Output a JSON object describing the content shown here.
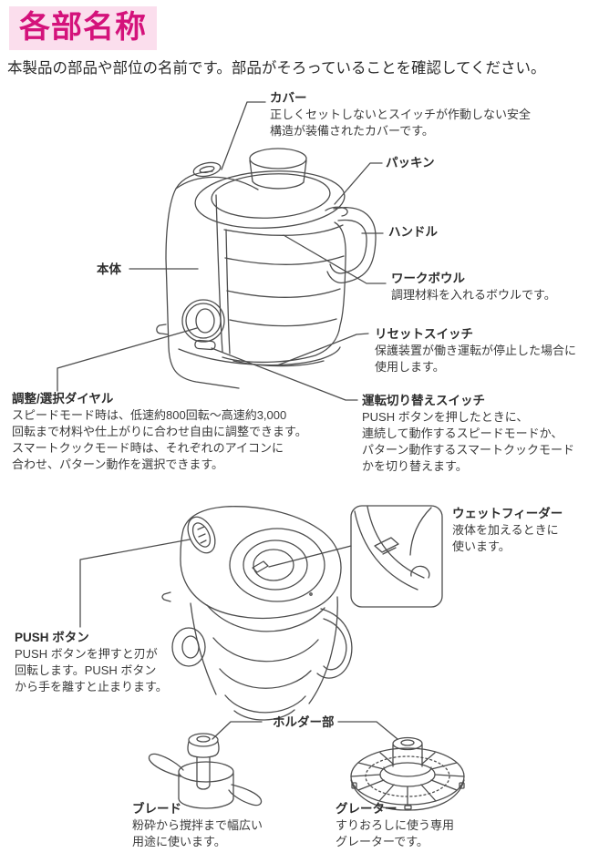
{
  "title": "各部名称",
  "intro": "本製品の部品や部位の名前です。部品がそろっていることを確認してください。",
  "colors": {
    "accent": "#d4127b",
    "accent_bg": "#fbdeed",
    "line_art": "#4d4d4d",
    "text": "#3a3a3a"
  },
  "parts": {
    "cover": {
      "name": "カバー",
      "desc": [
        "正しくセットしないとスイッチが作動しない安全",
        "構造が装備されたカバーです。"
      ]
    },
    "packing": {
      "name": "パッキン",
      "desc": []
    },
    "handle": {
      "name": "ハンドル",
      "desc": []
    },
    "work_bowl": {
      "name": "ワークボウル",
      "desc": [
        "調理材料を入れるボウルです。"
      ]
    },
    "body": {
      "name": "本体",
      "desc": []
    },
    "reset_switch": {
      "name": "リセットスイッチ",
      "desc": [
        "保護装置が働き運転が停止した場合に",
        "使用します。"
      ]
    },
    "mode_switch": {
      "name": "運転切り替えスイッチ",
      "desc": [
        "PUSH ボタンを押したときに、",
        "連続して動作するスピードモードか、",
        "パターン動作するスマートクックモード",
        "かを切り替えます。"
      ]
    },
    "dial": {
      "name": "調整/選択ダイヤル",
      "desc": [
        "スピードモード時は、低速約800回転～高速約3,000",
        "回転まで材料や仕上がりに合わせ自由に調整できます。",
        "スマートクックモード時は、それぞれのアイコンに",
        "合わせ、パターン動作を選択できます。"
      ]
    },
    "wet_feeder": {
      "name": "ウェットフィーダー",
      "desc": [
        "液体を加えるときに",
        "使います。"
      ]
    },
    "push_button": {
      "name": "PUSH ボタン",
      "desc": [
        "PUSH ボタンを押すと刃が",
        "回転します。PUSH ボタン",
        "から手を離すと止まります。"
      ]
    },
    "holder": {
      "name": "ホルダー部",
      "desc": []
    },
    "blade": {
      "name": "ブレード",
      "desc": [
        "粉砕から撹拌まで幅広い",
        "用途に使います。"
      ]
    },
    "grater": {
      "name": "グレーター",
      "desc": [
        "すりおろしに使う専用",
        "グレーターです。"
      ]
    }
  }
}
